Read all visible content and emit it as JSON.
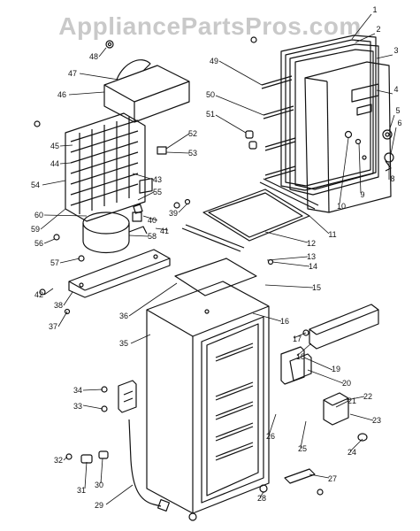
{
  "watermark": "AppliancePartsPros.com",
  "callouts": [
    "1",
    "2",
    "3",
    "4",
    "5",
    "6",
    "8",
    "9",
    "10",
    "11",
    "12",
    "13",
    "14",
    "15",
    "16",
    "17",
    "18",
    "19",
    "20",
    "21",
    "22",
    "23",
    "24",
    "25",
    "26",
    "27",
    "28",
    "29",
    "30",
    "31",
    "32",
    "33",
    "34",
    "35",
    "36",
    "37",
    "38",
    "39",
    "40",
    "41",
    "42",
    "43",
    "44",
    "45",
    "46",
    "47",
    "48",
    "49",
    "50",
    "51",
    "52",
    "53",
    "54",
    "55",
    "56",
    "57",
    "58",
    "59",
    "60"
  ]
}
